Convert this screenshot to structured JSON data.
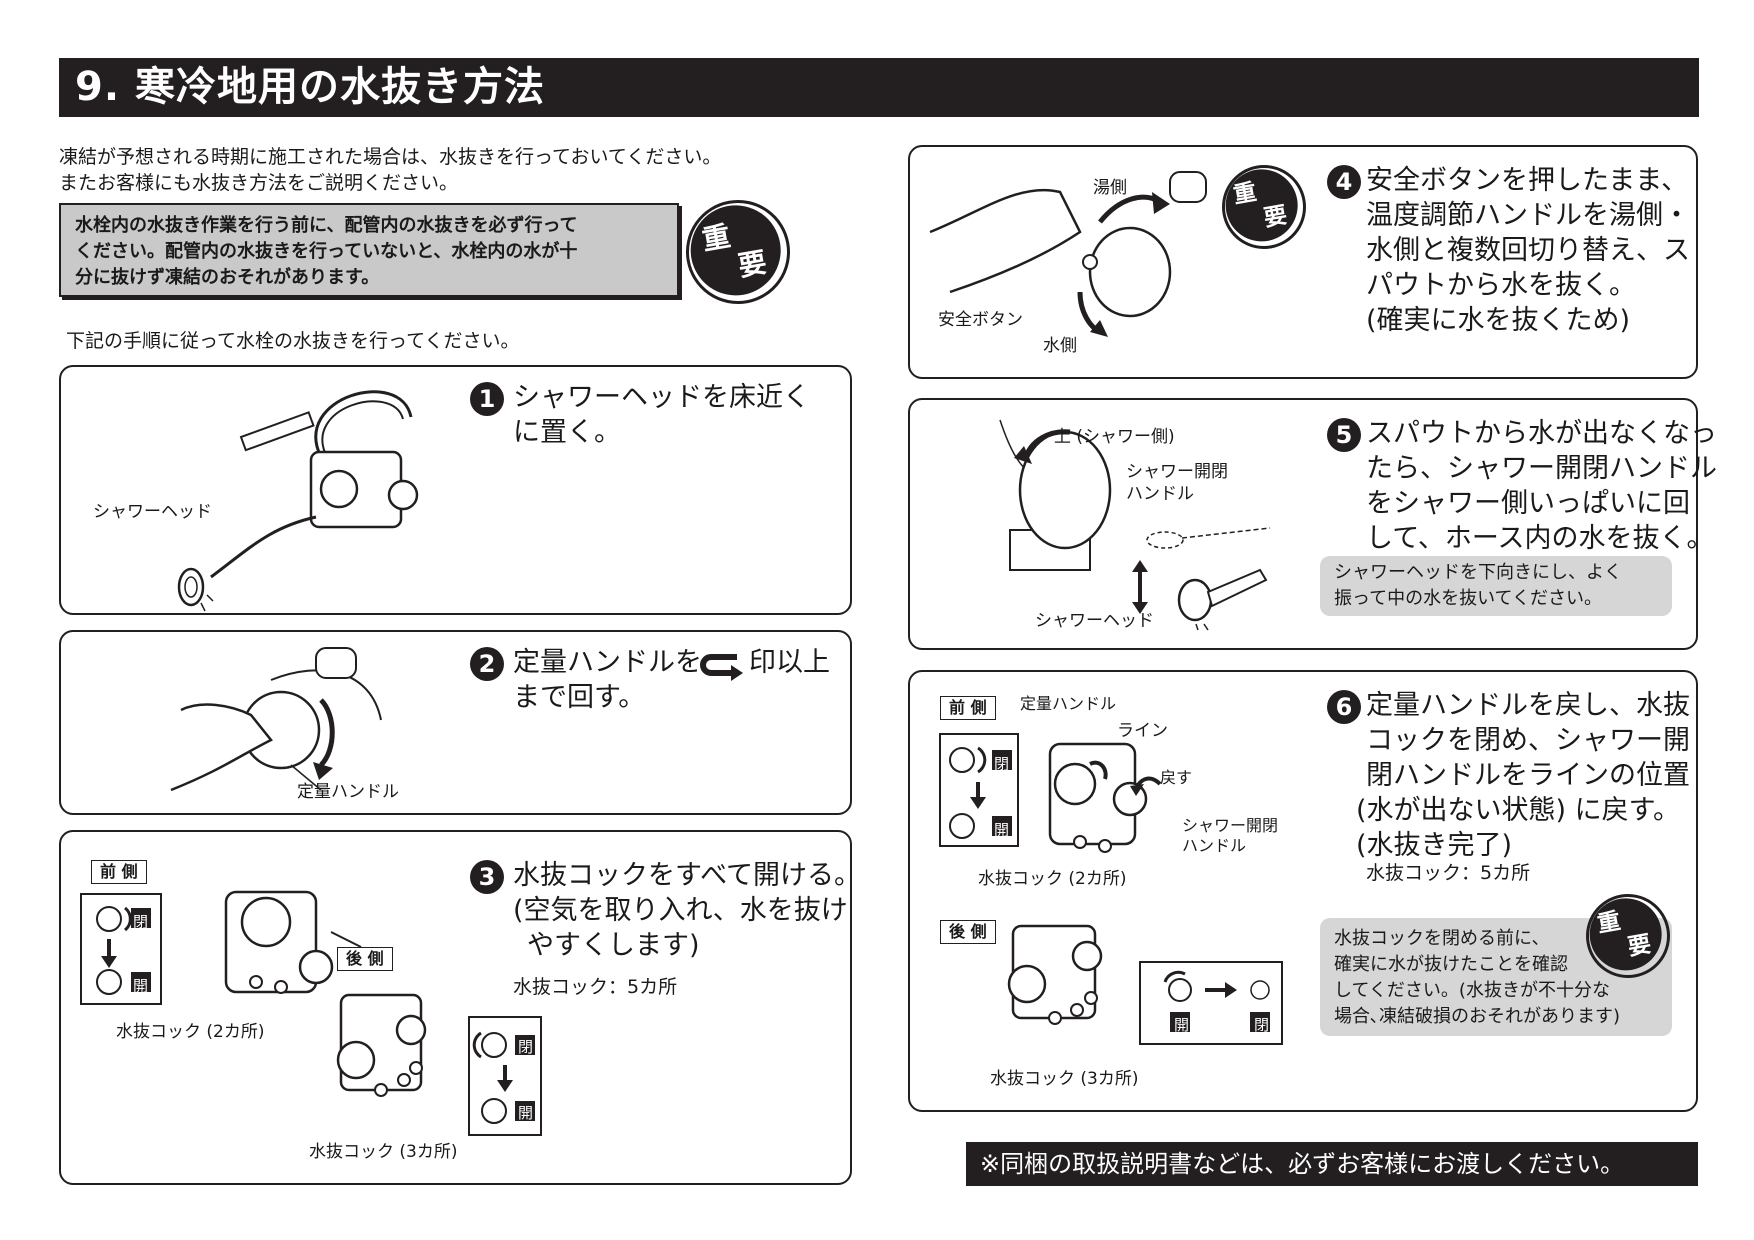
{
  "header": {
    "title": "9. 寒冷地用の水抜き方法"
  },
  "intro": {
    "line1": "凍結が予想される時期に施工された場合は、水抜きを行っておいてください。",
    "line2": "またお客様にも水抜き方法をご説明ください。",
    "warning": [
      "水栓内の水抜き作業を行う前に、配管内の水抜きを必ず行って",
      "ください。配管内の水抜きを行っていないと、水栓内の水が十",
      "分に抜けず凍結のおそれがあります。"
    ],
    "juyo": [
      "重",
      "要"
    ],
    "procedure": "下記の手順に従って水栓の水抜きを行ってください。"
  },
  "steps": [
    {
      "num": "1",
      "lines": [
        "シャワーヘッドを床近く",
        "に置く。"
      ],
      "labels": {
        "shower_head": "シャワーヘッド"
      }
    },
    {
      "num": "2",
      "line1a": "定量ハンドルを",
      "line1b": "印以上",
      "line2": "まで回す。",
      "labels": {
        "handle": "定量ハンドル"
      }
    },
    {
      "num": "3",
      "lines": [
        "水抜コックをすべて開ける。",
        "(空気を取り入れ、水を抜け",
        "やすくします)"
      ],
      "note": "水抜コック：5カ所",
      "labels": {
        "front": "前 側",
        "back": "後 側",
        "cock2": "水抜コック (2カ所)",
        "cock3": "水抜コック (3カ所)",
        "close": "閉",
        "open": "開"
      }
    },
    {
      "num": "4",
      "lines": [
        "安全ボタンを押したまま、",
        "温度調節ハンドルを湯側・",
        "水側と複数回切り替え、ス",
        "パウトから水を抜く。",
        "(確実に水を抜くため)"
      ],
      "labels": {
        "hot": "湯側",
        "cold": "水側",
        "safety": "安全ボタン"
      }
    },
    {
      "num": "5",
      "lines": [
        "スパウトから水が出なくなっ",
        "たら、シャワー開閉ハンドル",
        "をシャワー側いっぱいに回",
        "して、ホース内の水を抜く。"
      ],
      "note": [
        "シャワーヘッドを下向きにし、よく",
        "振って中の水を抜いてください。"
      ],
      "labels": {
        "up": "上 (シャワー側)",
        "handle1": "シャワー開閉",
        "handle2": "ハンドル",
        "shower_head": "シャワーヘッド"
      }
    },
    {
      "num": "6",
      "lines": [
        "定量ハンドルを戻し、水抜",
        "コックを閉め、シャワー開",
        "閉ハンドルをラインの位置",
        "(水が出ない状態) に戻す。",
        "(水抜き完了)"
      ],
      "note": "水抜コック：5カ所",
      "important": [
        "水抜コックを閉める前に、",
        "確実に水が抜けたことを確認",
        "してください。(水抜きが不十分な",
        "場合､凍結破損のおそれがあります)"
      ],
      "labels": {
        "front": "前 側",
        "back": "後 側",
        "teiryo": "定量ハンドル",
        "line": "ライン",
        "return": "戻す",
        "handle1": "シャワー開閉",
        "handle2": "ハンドル",
        "cock2": "水抜コック (2カ所)",
        "cock3": "水抜コック (3カ所)",
        "close": "閉",
        "open": "開"
      }
    }
  ],
  "footer": "※同梱の取扱説明書などは、必ずお客様にお渡しください。"
}
